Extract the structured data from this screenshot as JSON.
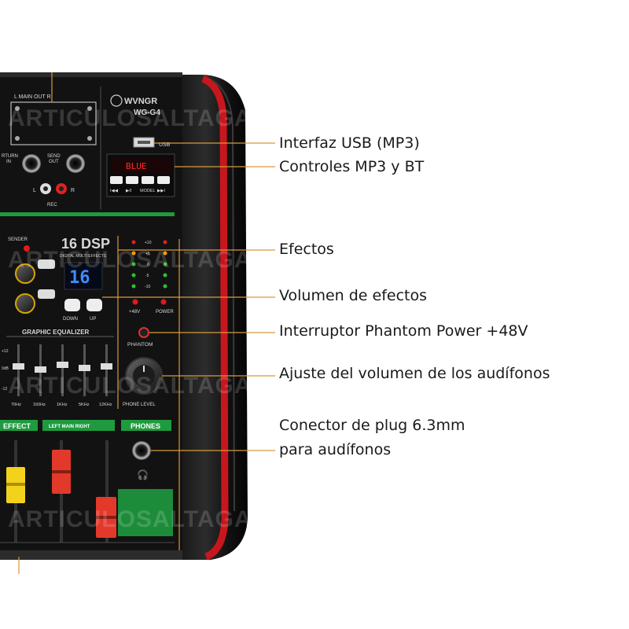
{
  "callouts": [
    {
      "id": "usb",
      "text": "Interfaz USB (MP3)"
    },
    {
      "id": "mp3",
      "text": "Controles MP3 y BT"
    },
    {
      "id": "fx",
      "text": "Efectos"
    },
    {
      "id": "fxvol",
      "text": "Volumen de efectos"
    },
    {
      "id": "phantom",
      "text": "Interruptor Phantom Power +48V"
    },
    {
      "id": "phonevol",
      "text": "Ajuste del volumen de los audífonos"
    },
    {
      "id": "jack",
      "lines": [
        "Conector de plug 6.3mm",
        "para audífonos"
      ]
    }
  ],
  "panel": {
    "brand": "WVNGR",
    "model": "WG-G4",
    "main_out": "L    MAIN OUT    R",
    "usb": "USB",
    "mp3_display": "BLUE",
    "mp3_buttons": [
      "I◀◀",
      "▶II",
      "MODEL",
      "▶▶I"
    ],
    "rec": "REC",
    "l": "L",
    "r": "R",
    "send_in": "RTURN\nIN",
    "send_out": "SEND\nOUT",
    "dsp_title": "16 DSP",
    "dsp_sub": "DIGITAL MULTI EFFECTS",
    "dsp_display": "16",
    "down": "DOWN",
    "up": "UP",
    "graphic_eq": "GRAPHIC EQUALIZER",
    "eq_freqs": [
      "70Hz",
      "160Hz",
      "1KHz",
      "5KHz",
      "12KHz"
    ],
    "phantom": "PHANTOM",
    "plus48v": "+48V",
    "power": "POWER",
    "phone_level": "PHONE LEVEL",
    "effect": "EFFECT",
    "main_right": "LEFT   MAIN   RIGHT",
    "phones": "PHONES",
    "meter_labels": [
      "+10",
      "+5",
      "0",
      "-5",
      "-10"
    ],
    "watermark": "ARTICULOSALTAGAMA"
  },
  "colors": {
    "panel": "#141414",
    "accent_red": "#c8161d",
    "green_strip": "#1f9a3f",
    "callout_line": "#d89a3a",
    "fader_red": "#e3392b",
    "fader_yellow": "#f3d21b"
  }
}
